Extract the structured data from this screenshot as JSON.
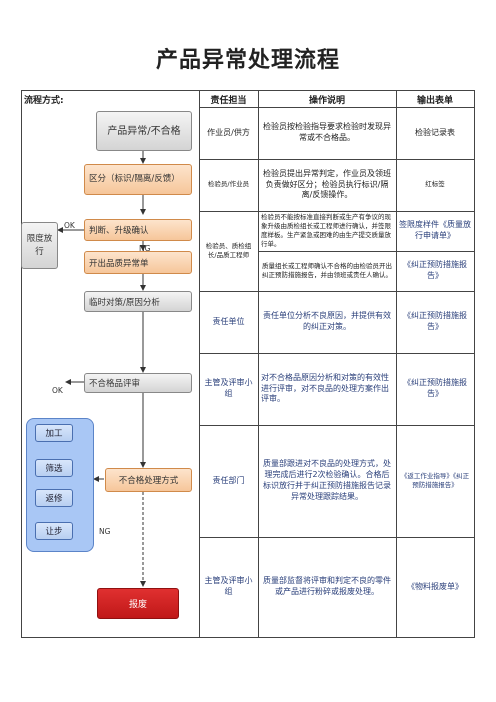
{
  "title": "产品异常处理流程",
  "table": {
    "headers": {
      "flow": "流程方式:",
      "responsibility": "责任担当",
      "operation": "操作说明",
      "output": "输出表单"
    },
    "rows": [
      {
        "responsibility": "作业员/供方",
        "operation": "检验员按检验指导要求检验时发现异常或不合格品。",
        "output": "检验记录表"
      },
      {
        "responsibility": "检验员/作业员",
        "operation": "检验员提出异常判定，作业员及领班负责做好区分；检验员执行标识/隔离/反馈操作。",
        "output": "红标签"
      },
      {
        "responsibility": "检验员、质检组长/品质工程师",
        "operation": "检验员不能按标准直接判断或生产有争议的现象升级由质检组长或工程师进行确认，并签限度样板。生产紧急或困难的由生产提交质量放行单。",
        "output": "签限度样件《质量放行申请单》"
      },
      {
        "responsibility": "",
        "operation": "质量组长或工程师确认不合格的由检验员开出纠正预防措施报告，并由领班或责任人确认。",
        "output": "《纠正预防措施报告》"
      },
      {
        "responsibility": "责任单位",
        "operation": "责任单位分析不良原因，并提供有效的纠正对策。",
        "output": "《纠正预防措施报告》"
      },
      {
        "responsibility": "主管及评审小组",
        "operation": "对不合格品原因分析和对策的有效性进行评审，对不良品的处理方案作出评审。",
        "output": "《纠正预防措施报告》"
      },
      {
        "responsibility": "责任部门",
        "operation": "质量部跟进对不良品的处理方式，处理完成后进行2次检验确认。合格后标识放行并于纠正预防措施报告记录异常处理跟踪结果。",
        "output": "《返工作业指导》《纠正预防措施报告》"
      },
      {
        "responsibility": "主管及评审小组",
        "operation": "质量部监督将评审和判定不良的零件或产品进行粉碎或报废处理。",
        "output": "《物料报废单》"
      }
    ]
  },
  "flow": {
    "start": "产品异常/不合格",
    "distinguish": "区分（标识/隔离/反馈）",
    "judge": "判断、升级确认",
    "limit_release": "限度放行",
    "open_report": "开出品质异常单",
    "temp_measure": "临时对策/原因分析",
    "review": "不合格品评审",
    "disposition": "不合格处理方式",
    "options": [
      "加工",
      "筛选",
      "返修",
      "让步"
    ],
    "scrap": "报废",
    "ok_label": "OK",
    "ng_label": "NG"
  }
}
